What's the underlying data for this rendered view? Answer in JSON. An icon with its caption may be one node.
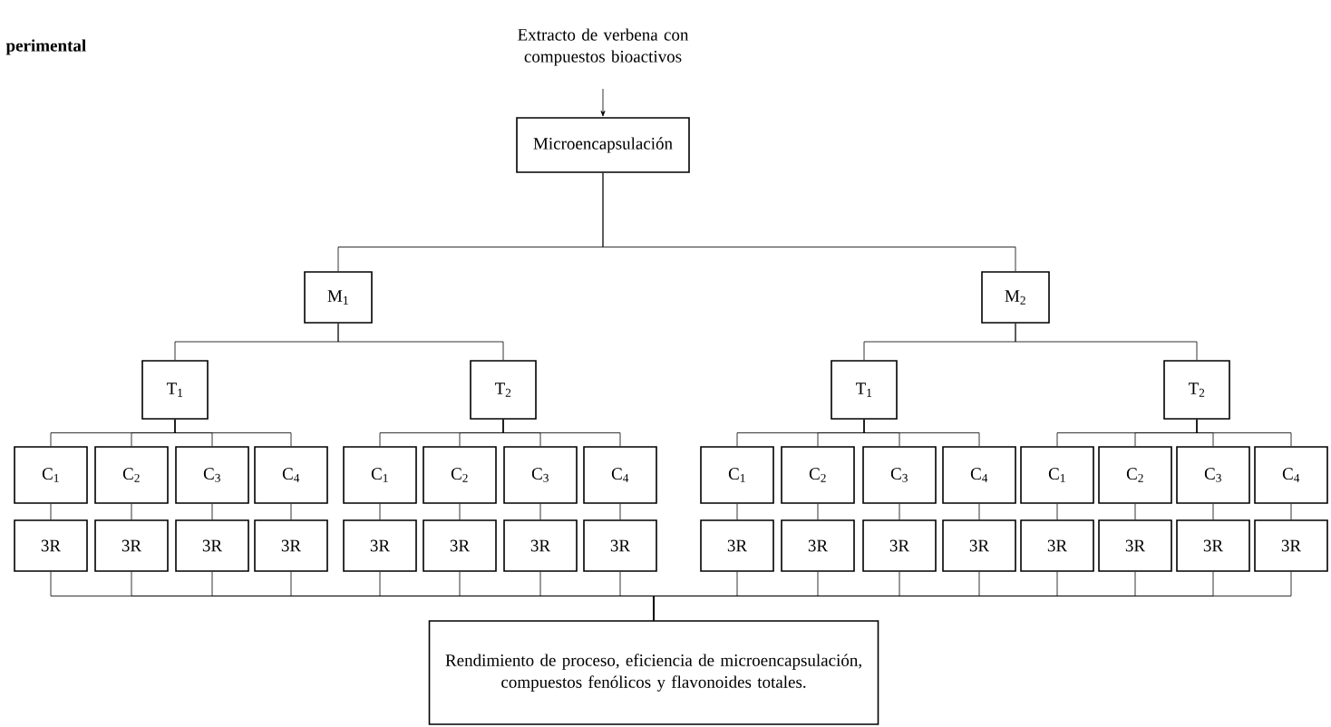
{
  "diagram": {
    "title": "perimental",
    "nodes": [
      {
        "text": [
          "Extracto de verbena con compuestos bioactivos"
        ]
      },
      {
        "text": [
          "Microencapsulación"
        ]
      },
      {
        "text": [
          "M$_{1}$"
        ]
      },
      {
        "text": [
          "M$_{2}$"
        ]
      },
      {
        "text": [
          "T$_{1}$"
        ]
      },
      {
        "text": [
          "T$_{2}$"
        ]
      },
      {
        "text": [
          "T$_{1}$"
        ]
      },
      {
        "text": [
          "T$_{2}$"
        ]
      },
      {
        "text": [
          "C$_{1}$"
        ]
      },
      {
        "text": [
          "C$_{2}$"
        ]
      },
      {
        "text": [
          "C$_{3}$"
        ]
      },
      {
        "text": [
          "C$_{4}$"
        ]
      },
      {
        "text": [
          "C$_{1}$"
        ]
      },
      {
        "text": [
          "C$_{2}$"
        ]
      },
      {
        "text": [
          "C$_{3}$"
        ]
      },
      {
        "text": [
          "C$_{4}$"
        ]
      },
      {
        "text": [
          "C$_{1}$"
        ]
      },
      {
        "text": [
          "C$_{2}$"
        ]
      },
      {
        "text": [
          "C$_{3}$"
        ]
      },
      {
        "text": [
          "C$_{4}$"
        ]
      },
      {
        "text": [
          "C$_{1}$"
        ]
      },
      {
        "text": [
          "C$_{2}$"
        ]
      },
      {
        "text": [
          "C$_{3}$"
        ]
      },
      {
        "text": [
          "C$_{4}$"
        ]
      },
      {
        "text": [
          "3R"
        ]
      },
      {
        "text": [
          "3R"
        ]
      },
      {
        "text": [
          "3R"
        ]
      },
      {
        "text": [
          "3R"
        ]
      },
      {
        "text": [
          "3R"
        ]
      },
      {
        "text": [
          "3R"
        ]
      },
      {
        "text": [
          "3R"
        ]
      },
      {
        "text": [
          "3R"
        ]
      },
      {
        "text": [
          "3R"
        ]
      },
      {
        "text": [
          "3R"
        ]
      },
      {
        "text": [
          "3R"
        ]
      },
      {
        "text": [
          "3R"
        ]
      },
      {
        "text": [
          "3R"
        ]
      },
      {
        "text": [
          "3R"
        ]
      },
      {
        "text": [
          "3R"
        ]
      },
      {
        "text": [
          "3R"
        ]
      },
      {
        "text": [
          "Rendimiento de proceso, eficiencia de microencapsulación, compuestos fenólicos y flavonoides totales."
        ]
      }
    ],
    "edges": [
      {
        "from": 0,
        "to": 1,
        "arrow": "to"
      },
      {
        "from": 1,
        "to": 2,
        "arrow": "none"
      },
      {
        "from": 1,
        "to": 3,
        "arrow": "none"
      },
      {
        "from": 2,
        "to": 4,
        "arrow": "none"
      },
      {
        "from": 2,
        "to": 5,
        "arrow": "none"
      },
      {
        "from": 3,
        "to": 6,
        "arrow": "none"
      },
      {
        "from": 3,
        "to": 7,
        "arrow": "none"
      },
      {
        "from": 4,
        "to": 8,
        "arrow": "none"
      },
      {
        "from": 4,
        "to": 9,
        "arrow": "none"
      },
      {
        "from": 4,
        "to": 10,
        "arrow": "none"
      },
      {
        "from": 4,
        "to": 11,
        "arrow": "none"
      },
      {
        "from": 5,
        "to": 12,
        "arrow": "none"
      },
      {
        "from": 5,
        "to": 13,
        "arrow": "none"
      },
      {
        "from": 5,
        "to": 14,
        "arrow": "none"
      },
      {
        "from": 5,
        "to": 15,
        "arrow": "none"
      },
      {
        "from": 6,
        "to": 16,
        "arrow": "none"
      },
      {
        "from": 6,
        "to": 17,
        "arrow": "none"
      },
      {
        "from": 6,
        "to": 18,
        "arrow": "none"
      },
      {
        "from": 6,
        "to": 19,
        "arrow": "none"
      },
      {
        "from": 7,
        "to": 20,
        "arrow": "none"
      },
      {
        "from": 7,
        "to": 21,
        "arrow": "none"
      },
      {
        "from": 7,
        "to": 22,
        "arrow": "none"
      },
      {
        "from": 7,
        "to": 23,
        "arrow": "none"
      },
      {
        "from": 8,
        "to": 24,
        "arrow": "none"
      },
      {
        "from": 9,
        "to": 25,
        "arrow": "none"
      },
      {
        "from": 10,
        "to": 26,
        "arrow": "none"
      },
      {
        "from": 11,
        "to": 27,
        "arrow": "none"
      },
      {
        "from": 12,
        "to": 28,
        "arrow": "none"
      },
      {
        "from": 13,
        "to": 29,
        "arrow": "none"
      },
      {
        "from": 14,
        "to": 30,
        "arrow": "none"
      },
      {
        "from": 15,
        "to": 31,
        "arrow": "none"
      },
      {
        "from": 16,
        "to": 32,
        "arrow": "none"
      },
      {
        "from": 17,
        "to": 33,
        "arrow": "none"
      },
      {
        "from": 18,
        "to": 34,
        "arrow": "none"
      },
      {
        "from": 19,
        "to": 35,
        "arrow": "none"
      },
      {
        "from": 20,
        "to": 36,
        "arrow": "none"
      },
      {
        "from": 21,
        "to": 37,
        "arrow": "none"
      },
      {
        "from": 22,
        "to": 38,
        "arrow": "none"
      },
      {
        "from": 23,
        "to": 39,
        "arrow": "none"
      },
      {
        "from": 24,
        "to": 40,
        "arrow": "none"
      },
      {
        "from": 25,
        "to": 40,
        "arrow": "none"
      },
      {
        "from": 26,
        "to": 40,
        "arrow": "none"
      },
      {
        "from": 27,
        "to": 40,
        "arrow": "none"
      },
      {
        "from": 28,
        "to": 40,
        "arrow": "none"
      },
      {
        "from": 29,
        "to": 40,
        "arrow": "none"
      },
      {
        "from": 30,
        "to": 40,
        "arrow": "none"
      },
      {
        "from": 31,
        "to": 40,
        "arrow": "none"
      },
      {
        "from": 32,
        "to": 40,
        "arrow": "none"
      },
      {
        "from": 33,
        "to": 40,
        "arrow": "none"
      },
      {
        "from": 34,
        "to": 40,
        "arrow": "none"
      },
      {
        "from": 35,
        "to": 40,
        "arrow": "none"
      },
      {
        "from": 36,
        "to": 40,
        "arrow": "none"
      },
      {
        "from": 37,
        "to": 40,
        "arrow": "none"
      },
      {
        "from": 38,
        "to": 40,
        "arrow": "none"
      },
      {
        "from": 39,
        "to": 40,
        "arrow": "none"
      }
    ]
  }
}
